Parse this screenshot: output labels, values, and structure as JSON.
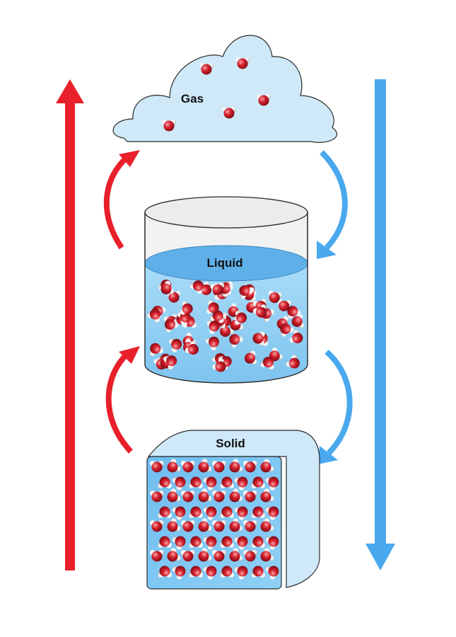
{
  "states": {
    "gas": {
      "label": "Gas"
    },
    "liquid": {
      "label": "Liquid"
    },
    "solid": {
      "label": "Solid"
    }
  },
  "colors": {
    "heating_arrow": "#e8202a",
    "cooling_arrow": "#4aa8ee",
    "cloud_fill": "#cfe9f8",
    "liquid_fill": "#8ecdf5",
    "ice_fill": "#7fc3ef",
    "oxygen_atom": "#c8102e",
    "hydrogen_atom": "#f0f0f0"
  },
  "icons": {
    "heating": "up-arrow-icon",
    "cooling": "down-arrow-icon",
    "molecule": "water-molecule-icon"
  }
}
